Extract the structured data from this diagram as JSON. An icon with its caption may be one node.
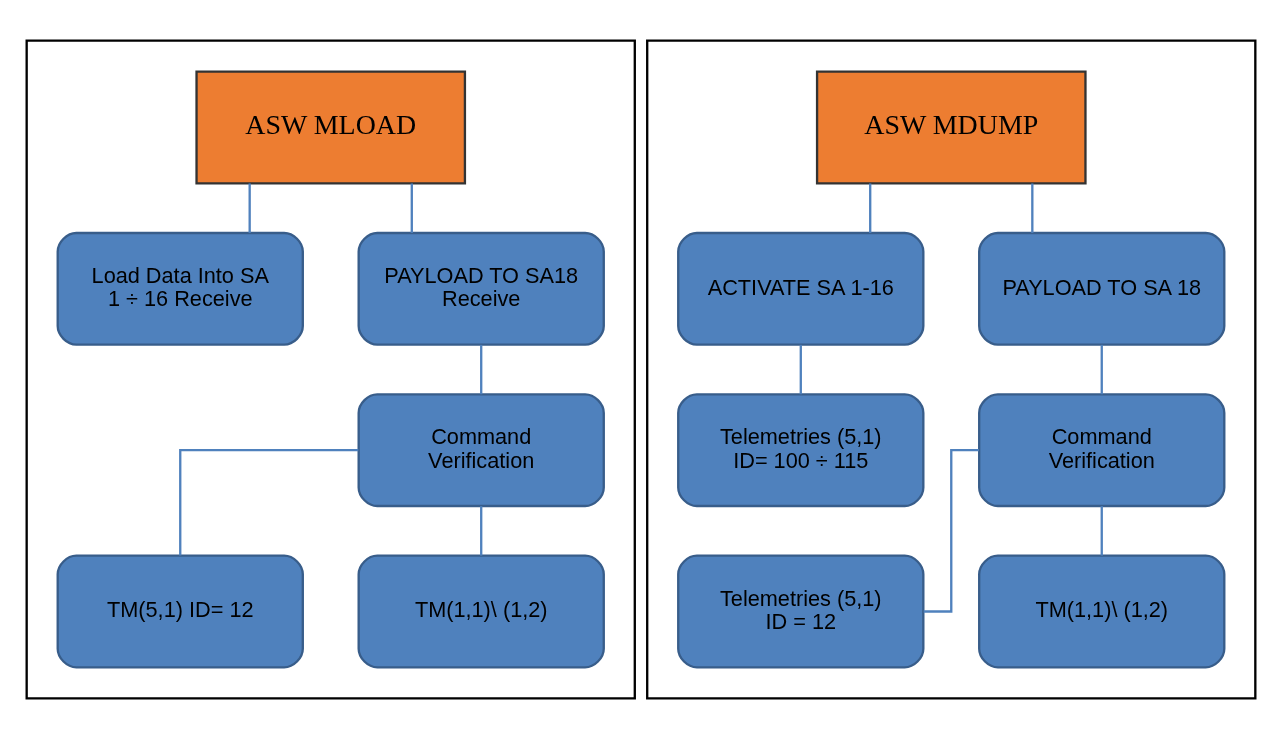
{
  "diagram": {
    "nodes": [
      {
        "text": [],
        "shape": "box"
      },
      {
        "text": [
          "ASW MLOAD"
        ],
        "in": 0
      },
      {
        "text": [
          "Load Data Into SA 1 ÷ 16 Receive"
        ],
        "in": 0
      },
      {
        "text": [
          "PAYLOAD TO SA18 Receive"
        ],
        "in": 0
      },
      {
        "text": [
          "Command Verification"
        ],
        "in": 0
      },
      {
        "text": [
          "TM(5,1) ID= 12"
        ],
        "in": 0
      },
      {
        "text": [
          "TM(1,1)\\ (1,2)"
        ],
        "in": 0
      },
      {
        "text": [],
        "shape": "box"
      },
      {
        "text": [
          "ASW MDUMP"
        ],
        "in": 7
      },
      {
        "text": [
          "ACTIVATE SA 1-16"
        ],
        "in": 7
      },
      {
        "text": [
          "PAYLOAD TO SA 18"
        ],
        "in": 7
      },
      {
        "text": [
          "Telemetries (5,1) ID= 100 ÷ 115"
        ],
        "in": 7
      },
      {
        "text": [
          "Command Verification"
        ],
        "in": 7
      },
      {
        "text": [
          "Telemetries (5,1) ID = 12"
        ],
        "in": 7
      },
      {
        "text": [
          "TM(1,1)\\ (1,2)"
        ],
        "in": 7
      }
    ],
    "edges": [
      {
        "from": 1,
        "to": 2,
        "arrow": "none"
      },
      {
        "from": 1,
        "to": 3,
        "arrow": "none"
      },
      {
        "from": 3,
        "to": 4,
        "arrow": "none"
      },
      {
        "from": 4,
        "to": 5,
        "arrow": "none"
      },
      {
        "from": 4,
        "to": 6,
        "arrow": "none"
      },
      {
        "from": 8,
        "to": 9,
        "arrow": "none"
      },
      {
        "from": 8,
        "to": 10,
        "arrow": "none"
      },
      {
        "from": 9,
        "to": 11,
        "arrow": "none"
      },
      {
        "from": 10,
        "to": 12,
        "arrow": "none"
      },
      {
        "from": 12,
        "to": 13,
        "arrow": "none"
      },
      {
        "from": 12,
        "to": 14,
        "arrow": "none"
      }
    ]
  }
}
